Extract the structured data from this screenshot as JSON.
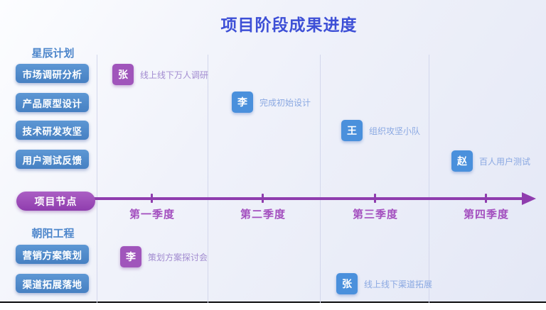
{
  "title": "项目阶段成果进度",
  "plans": [
    {
      "name": "星辰计划",
      "tasks": [
        "市场调研分析",
        "产品原型设计",
        "技术研发攻坚",
        "用户测试反馈"
      ]
    },
    {
      "name": "朝阳工程",
      "tasks": [
        "营销方案策划",
        "渠道拓展落地"
      ]
    }
  ],
  "axis": {
    "node_label": "项目节点",
    "quarters": [
      "第一季度",
      "第二季度",
      "第三季度",
      "第四季度"
    ]
  },
  "milestones": [
    {
      "owner": "张",
      "note": "线上线下万人调研",
      "badge_color": "#a055bb"
    },
    {
      "owner": "李",
      "note": "完成初始设计",
      "badge_color": "#4a90dc"
    },
    {
      "owner": "王",
      "note": "组织攻坚小队",
      "badge_color": "#4a90dc"
    },
    {
      "owner": "赵",
      "note": "百人用户测试",
      "badge_color": "#4a90dc"
    },
    {
      "owner": "李",
      "note": "策划方案探讨会",
      "badge_color": "#a055bb"
    },
    {
      "owner": "张",
      "note": "线上线下渠道拓展",
      "badge_color": "#4a90dc"
    }
  ],
  "colors": {
    "title_blue": "#3d4fd6",
    "header_blue": "#4d86cb",
    "task_button_blue": "#4e8bc9",
    "axis_purple": "#8f3dae",
    "quarter_label_purple": "#a34fbf",
    "badge_purple": "#a055bb",
    "badge_blue": "#4a90dc"
  }
}
